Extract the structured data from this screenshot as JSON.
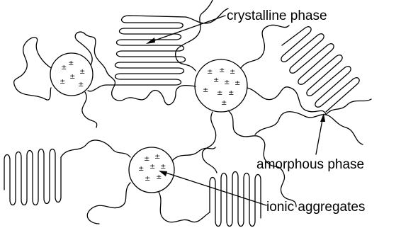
{
  "labels": {
    "crystalline": "crystalline phase",
    "amorphous": "amorphous phase",
    "ionic": "ionic aggregates"
  },
  "ion_symbol": "±",
  "colors": {
    "line": "#000000",
    "background": "#ffffff"
  }
}
